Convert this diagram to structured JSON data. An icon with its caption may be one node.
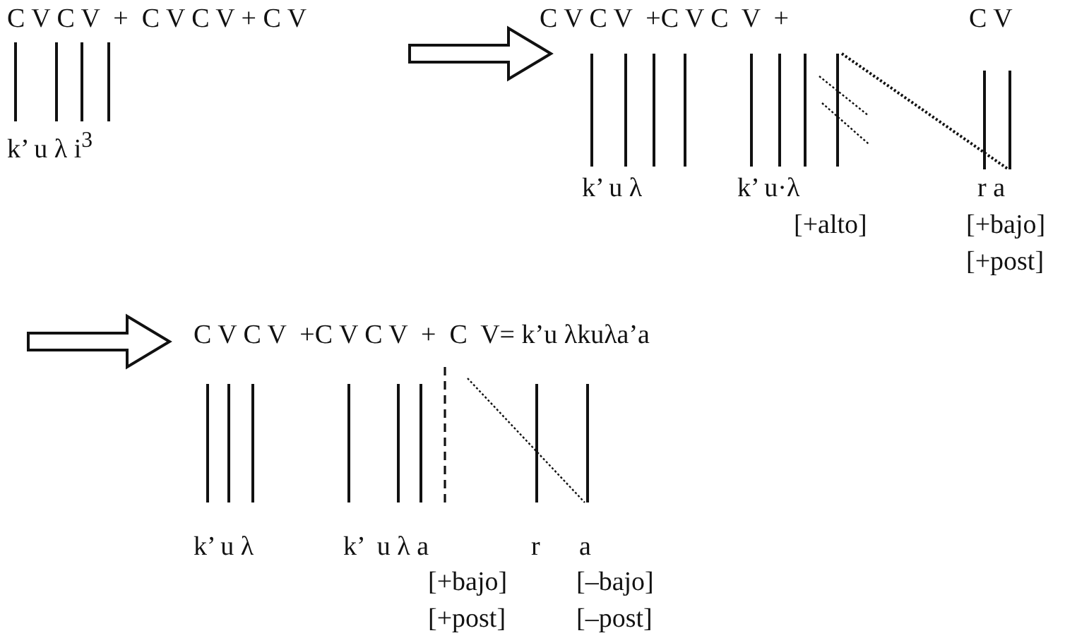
{
  "diagram": {
    "labels": [
      "C V C V  +  C V C V + C V",
      "k’ u λ i$^{3}$",
      "C V C V  +C V C  V  +",
      "C V",
      "k’ u λ",
      "k’ u·λ",
      "r a",
      "[+alto]",
      "[+bajo]",
      "[+post]",
      "C V C V  +C V C V  +  C  V= k’u λkuλa’a",
      "k’ u λ",
      "k’  u λ a",
      "r",
      "a",
      "[+bajo]",
      "[–bajo]",
      "[+post]",
      "[–post]"
    ]
  }
}
